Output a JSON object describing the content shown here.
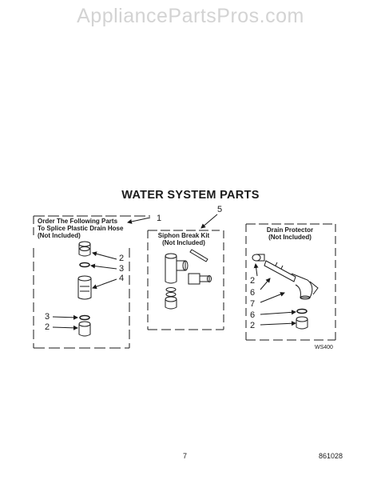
{
  "watermark": "AppliancePartsPros.com",
  "title": "WATER SYSTEM PARTS",
  "groups": {
    "splice": {
      "line1": "Order The Following Parts",
      "line2": "To Splice Plastic Drain Hose",
      "line3": "(Not Included)"
    },
    "siphon": {
      "line1": "Siphon Break Kit",
      "line2": "(Not Included)"
    },
    "drain": {
      "line1": "Drain Protector",
      "line2": "(Not Included)"
    }
  },
  "callouts": {
    "c1": "1",
    "c5": "5",
    "left": [
      "2",
      "3",
      "4",
      "3",
      "2"
    ],
    "right": [
      "2",
      "6",
      "7",
      "6",
      "2"
    ]
  },
  "diagram_code": "WS400",
  "page_number": "7",
  "doc_number": "861028"
}
